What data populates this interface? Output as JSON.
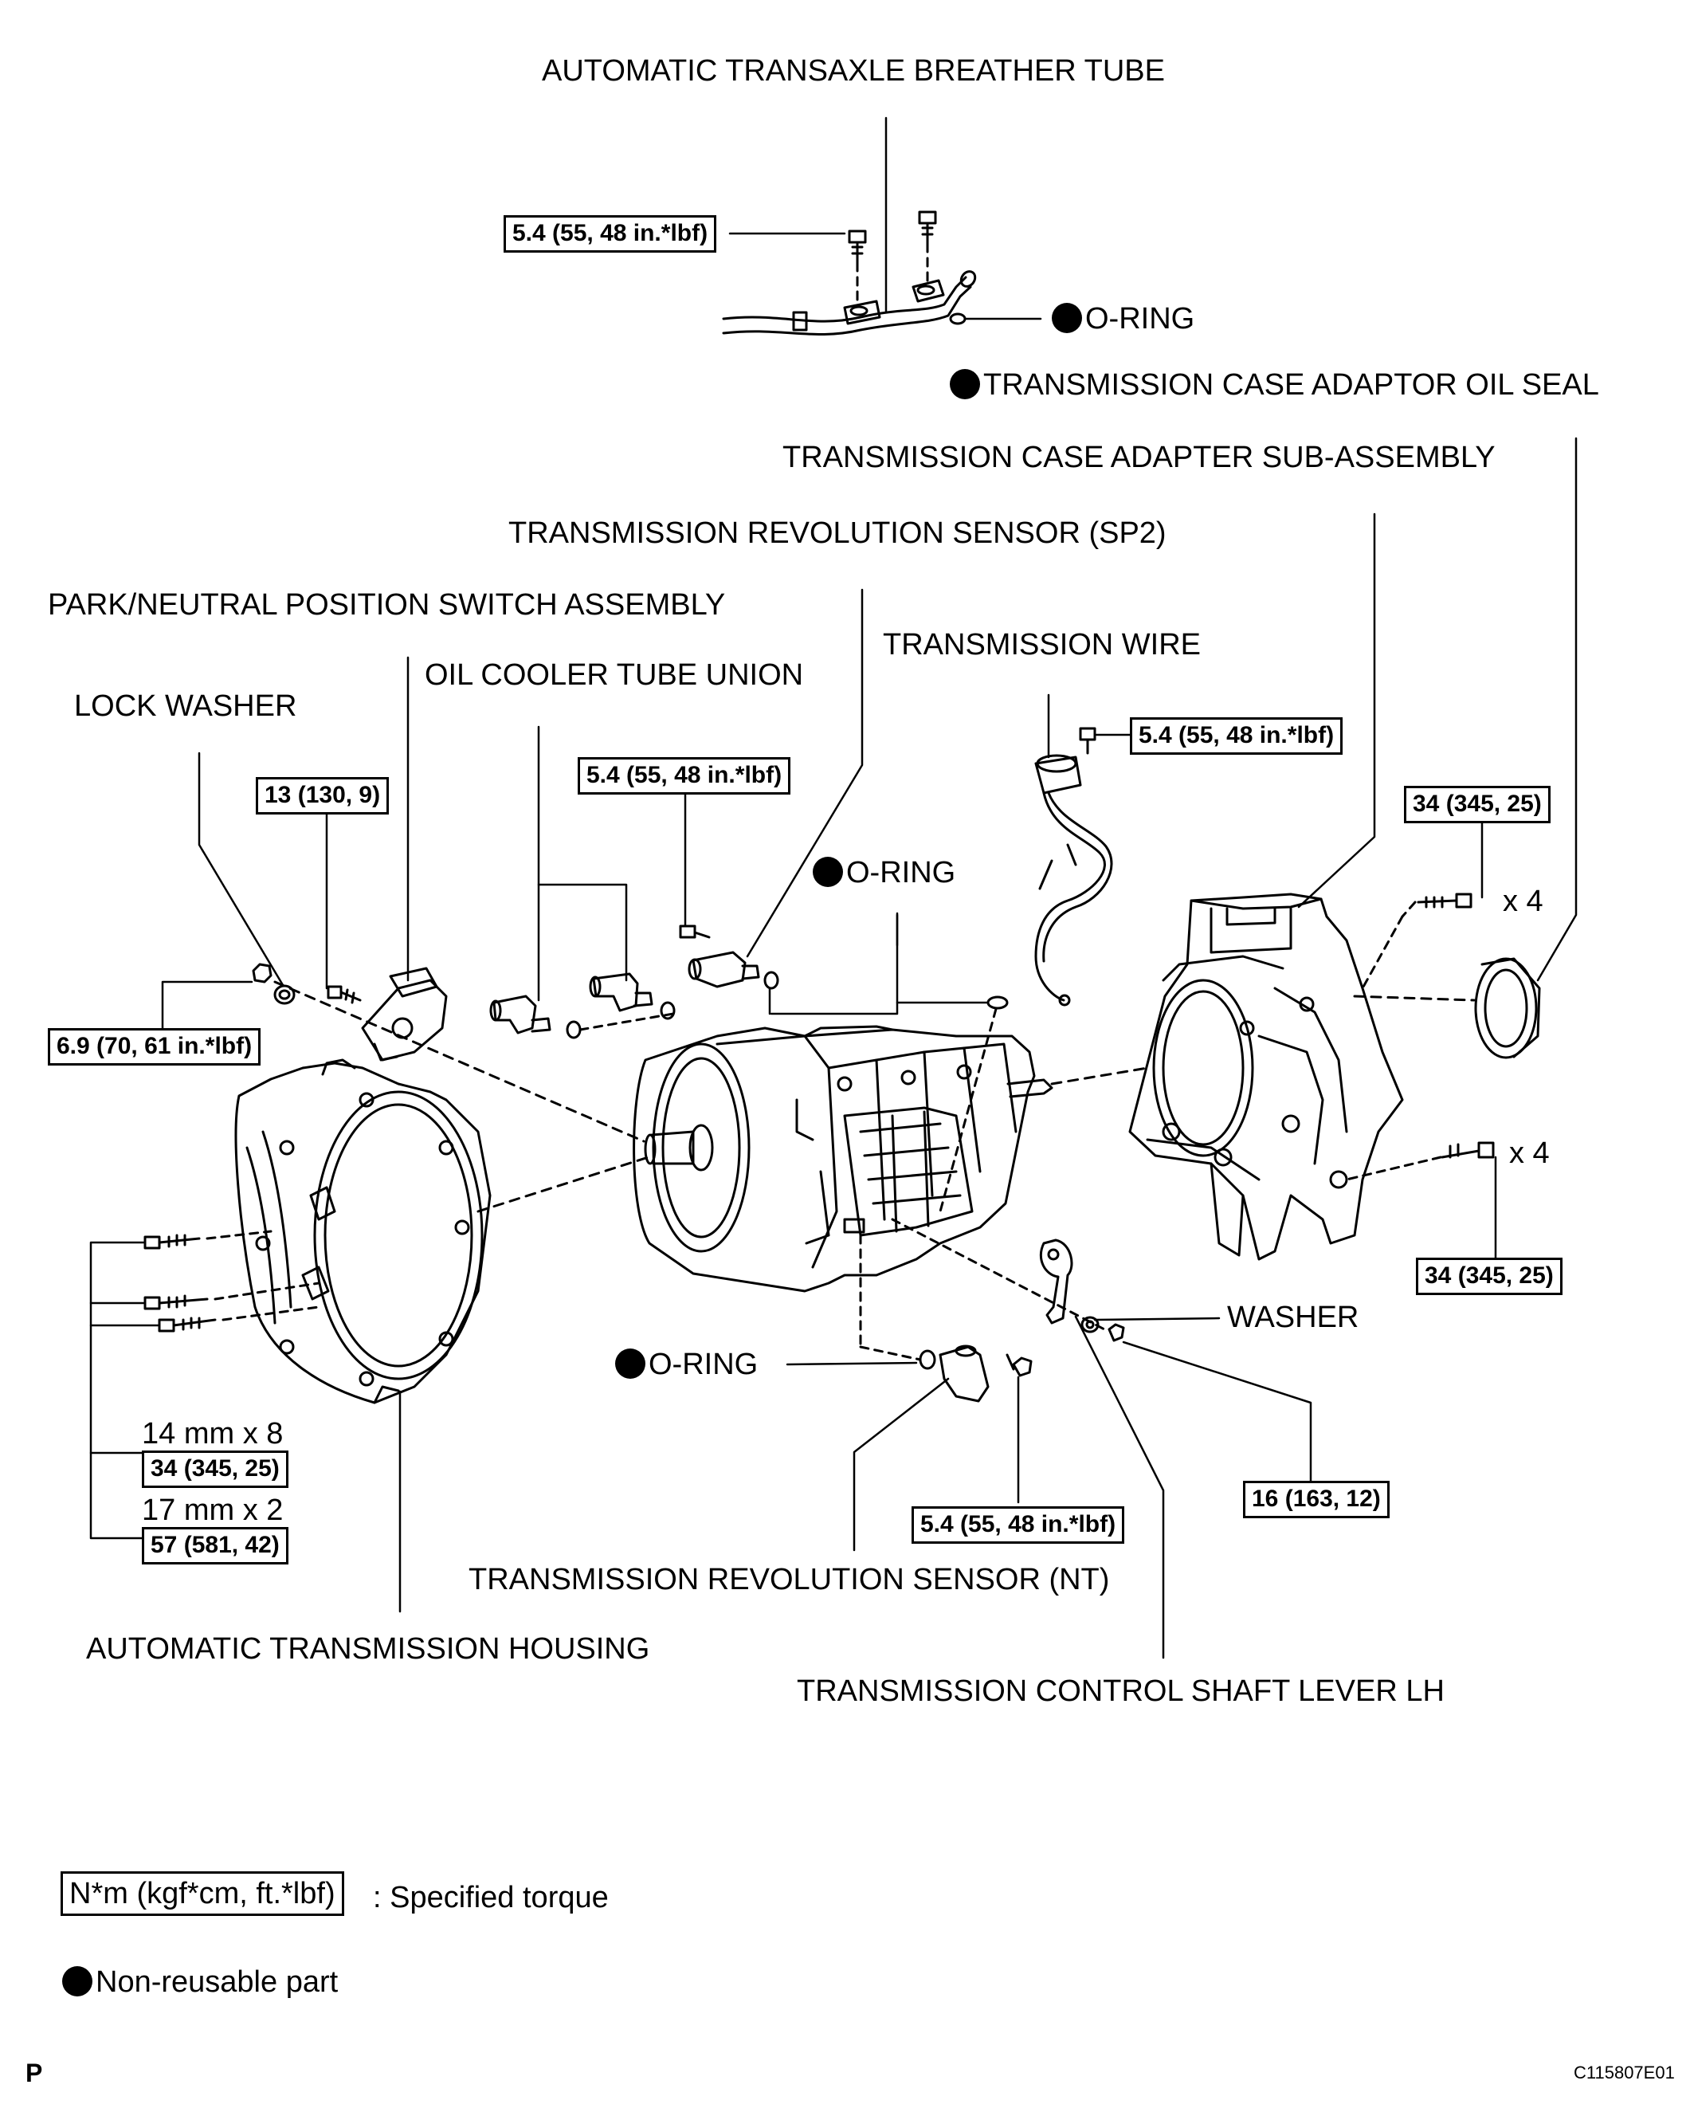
{
  "labels": {
    "breather_tube": "AUTOMATIC TRANSAXLE BREATHER TUBE",
    "oring": "O-RING",
    "case_adaptor_oil_seal": "TRANSMISSION CASE ADAPTOR OIL SEAL",
    "case_adapter_sub_assembly": "TRANSMISSION CASE ADAPTER SUB-ASSEMBLY",
    "revolution_sensor_sp2": "TRANSMISSION REVOLUTION SENSOR (SP2)",
    "pn_switch": "PARK/NEUTRAL POSITION SWITCH ASSEMBLY",
    "oil_cooler_union": "OIL COOLER TUBE UNION",
    "transmission_wire": "TRANSMISSION WIRE",
    "lock_washer": "LOCK WASHER",
    "washer": "WASHER",
    "revolution_sensor_nt": "TRANSMISSION REVOLUTION SENSOR (NT)",
    "transmission_housing": "AUTOMATIC TRANSMISSION HOUSING",
    "control_shaft_lever": "TRANSMISSION CONTROL SHAFT LEVER LH",
    "x4": "x 4",
    "bolt_14mm": "14 mm x 8",
    "bolt_17mm": "17 mm x 2"
  },
  "torques": {
    "t_54": "5.4 (55, 48 in.*lbf)",
    "t_13": "13 (130, 9)",
    "t_69": "6.9 (70, 61 in.*lbf)",
    "t_34": "34 (345, 25)",
    "t_57": "57 (581, 42)",
    "t_16": "16 (163, 12)"
  },
  "legend": {
    "torque_unit": "N*m (kgf*cm, ft.*lbf)",
    "torque_desc": ": Specified torque",
    "nonreusable": "Non-reusable part"
  },
  "footer": {
    "page_letter": "P",
    "figure_code": "C115807E01"
  }
}
